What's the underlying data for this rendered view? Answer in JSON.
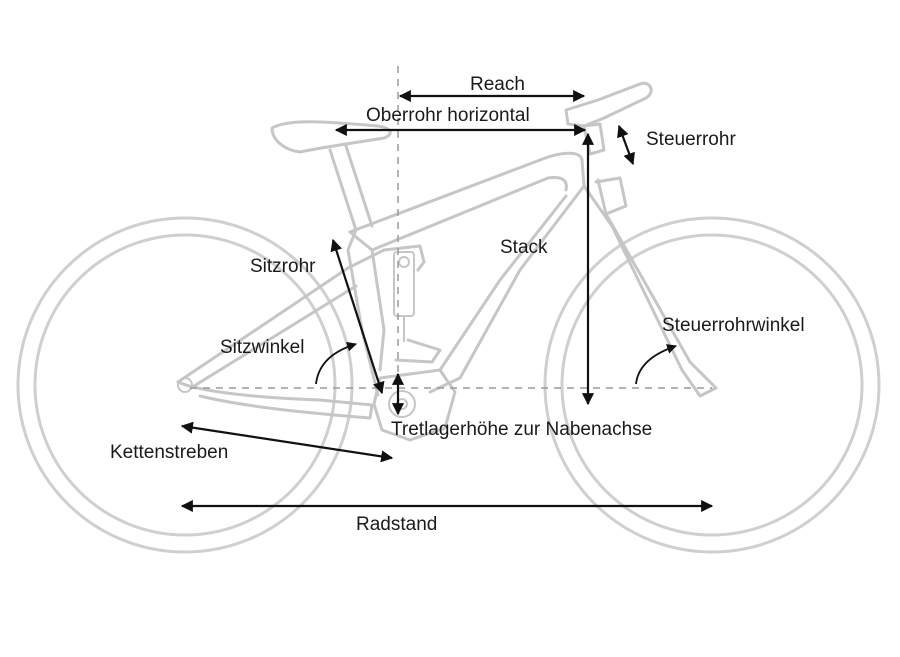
{
  "labels": {
    "reach": "Reach",
    "oberrohr": "Oberrohr horizontal",
    "steuerrohr": "Steuerrohr",
    "stack": "Stack",
    "sitzrohr": "Sitzrohr",
    "steuerrohrwinkel": "Steuerrohrwinkel",
    "sitzwinkel": "Sitzwinkel",
    "tretlager": "Tretlagerhöhe zur Nabenachse",
    "kettenstreben": "Kettenstreben",
    "radstand": "Radstand"
  },
  "colors": {
    "frame": "#c6c6c6",
    "measurement": "#111111",
    "background": "#ffffff"
  }
}
